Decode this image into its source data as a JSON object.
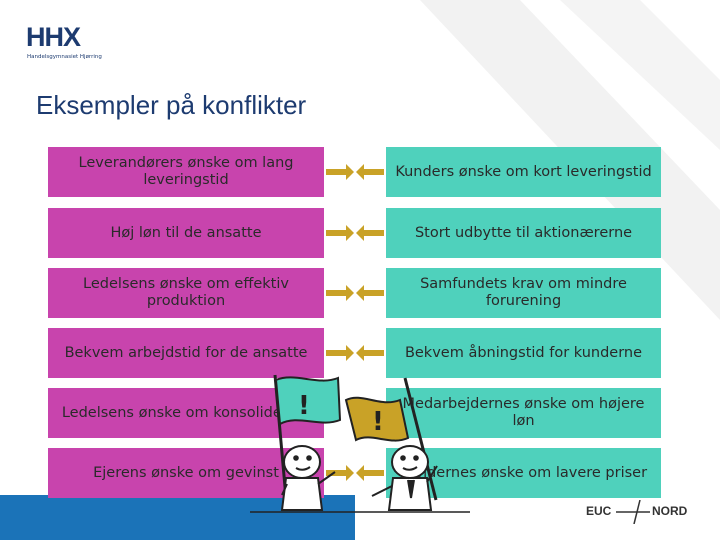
{
  "logo": {
    "brand": "HHX",
    "subtitle": "Handelsgymnasiet Hjørring"
  },
  "title": "Eksempler på konflikter",
  "rows": [
    {
      "left": "Leverandørers ønske om lang leveringstid",
      "right": "Kunders ønske om kort leveringstid"
    },
    {
      "left": "Høj løn til de ansatte",
      "right": "Stort udbytte til aktionærerne"
    },
    {
      "left": "Ledelsens ønske om effektiv produktion",
      "right": "Samfundets krav om mindre forurening"
    },
    {
      "left": "Bekvem arbejdstid for de ansatte",
      "right": "Bekvem åbningstid for kunderne"
    },
    {
      "left": "Ledelsens ønske om konsolidering",
      "right": "Medarbejdernes ønske om højere løn"
    },
    {
      "left": "Ejerens ønske om gevinst",
      "right": "Kundernes ønske om lavere priser"
    }
  ],
  "flags": {
    "left_symbol": "!",
    "right_symbol": "!"
  },
  "footer": {
    "left": "EUC",
    "right": "NORD"
  },
  "colors": {
    "left_bar": "#c844ad",
    "right_bar": "#4fd1bc",
    "arrow": "#c9a227",
    "title": "#1d3b70"
  }
}
